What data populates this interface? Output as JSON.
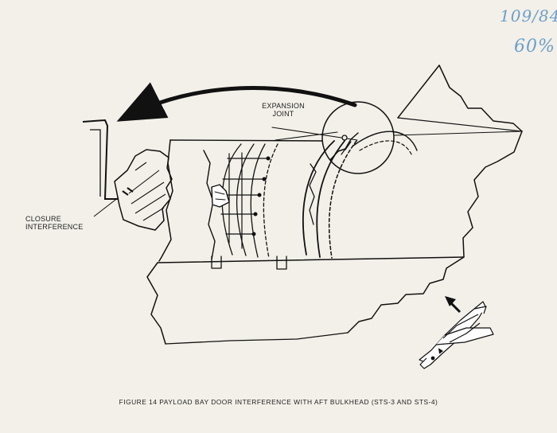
{
  "handwritten_notes": {
    "top": "109/84",
    "bottom": "60%"
  },
  "labels": {
    "expansion_line1": "EXPANSION",
    "expansion_line2": "JOINT",
    "closure_line1": "CLOSURE",
    "closure_line2": "INTERFERENCE"
  },
  "caption": "FIGURE 14 PAYLOAD BAY DOOR INTERFERENCE WITH AFT BULKHEAD (STS-3 AND STS-4)"
}
